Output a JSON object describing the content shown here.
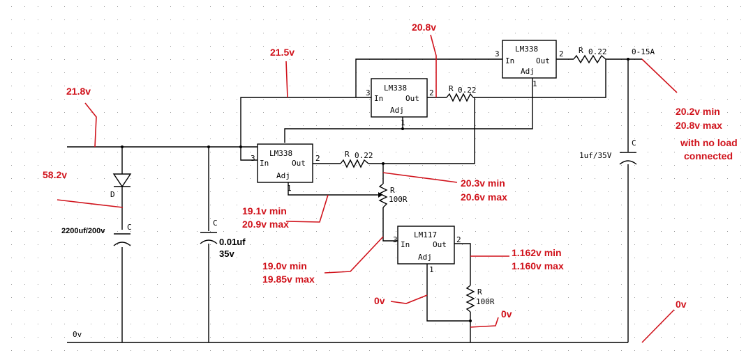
{
  "components": {
    "reg_top": {
      "name": "LM338",
      "in": "In",
      "out": "Out",
      "adj": "Adj",
      "pin_in": "3",
      "pin_out": "2",
      "pin_adj": "1"
    },
    "reg_mid": {
      "name": "LM338",
      "in": "In",
      "out": "Out",
      "adj": "Adj",
      "pin_in": "3",
      "pin_out": "2",
      "pin_adj": "1"
    },
    "reg_low": {
      "name": "LM338",
      "in": "In",
      "out": "Out",
      "adj": "Adj",
      "pin_in": "3",
      "pin_out": "2",
      "pin_adj": "1"
    },
    "reg_117": {
      "name": "LM117",
      "in": "In",
      "out": "Out",
      "adj": "Adj",
      "pin_in": "3",
      "pin_out": "2",
      "pin_adj": "1"
    },
    "r_top": {
      "ref": "R",
      "value": "0.22"
    },
    "r_mid": {
      "ref": "R",
      "value": "0.22"
    },
    "r_low": {
      "ref": "R",
      "value": "0.22"
    },
    "pot": {
      "ref": "R",
      "value": "100R"
    },
    "r_bottom": {
      "ref": "R",
      "value": "100R"
    },
    "diode": {
      "ref": "D"
    },
    "cap_bulk": {
      "ref": "C",
      "value": "2200uf/200v"
    },
    "cap_small": {
      "ref": "C",
      "value_line1": "0.01uf",
      "value_line2": "35v"
    },
    "cap_out": {
      "ref": "C",
      "value": "1uf/35V"
    },
    "output_label": "0-15A",
    "ground_label": "0v"
  },
  "annotations": {
    "v_input": "21.8v",
    "v_diode": "58.2v",
    "v_rail": "21.5v",
    "v_top_out": "20.8v",
    "out_min": "20.2v  min",
    "out_max": "20.8v max",
    "no_load_1": "with no load",
    "no_load_2": "connected",
    "low_out_min": "20.3v min",
    "low_out_max": "20.6v max",
    "adj_min": "19.1v min",
    "adj_max": "20.9v max",
    "lm117_in_min": "19.0v min",
    "lm117_in_max": "19.85v max",
    "lm117_out_min": "1.162v min",
    "lm117_out_max": "1.160v max",
    "lm117_adj": "0v",
    "r_bottom_v": "0v",
    "ground_v": "0v"
  },
  "colors": {
    "annotation": "#d0121b",
    "wire": "#000000",
    "grid": "#9a9a9a"
  }
}
